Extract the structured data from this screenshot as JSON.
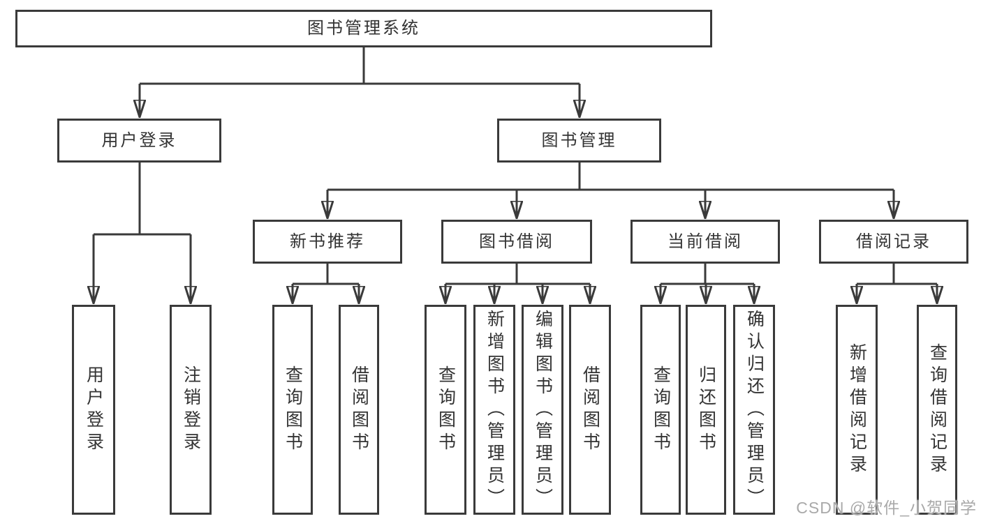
{
  "diagram": {
    "root": {
      "label": "图书管理系统"
    },
    "branches": [
      {
        "label": "用户登录",
        "children": [
          {
            "label": "用户登录"
          },
          {
            "label": "注销登录"
          }
        ]
      },
      {
        "label": "图书管理",
        "children": [
          {
            "label": "新书推荐",
            "children": [
              {
                "label": "查询图书"
              },
              {
                "label": "借阅图书"
              }
            ]
          },
          {
            "label": "图书借阅",
            "children": [
              {
                "label": "查询图书"
              },
              {
                "label": "新增图书（管理员）"
              },
              {
                "label": "编辑图书（管理员）"
              },
              {
                "label": "借阅图书"
              }
            ]
          },
          {
            "label": "当前借阅",
            "children": [
              {
                "label": "查询图书"
              },
              {
                "label": "归还图书"
              },
              {
                "label": "确认归还（管理员）"
              }
            ]
          },
          {
            "label": "借阅记录",
            "children": [
              {
                "label": "新增借阅记录"
              },
              {
                "label": "查询借阅记录"
              }
            ]
          }
        ]
      }
    ]
  },
  "watermark": "CSDN @软件_小贺同学",
  "colors": {
    "line": "#3a3a3a",
    "text": "#333333",
    "box_bg": "#ffffff",
    "watermark": "#a9a9a9"
  }
}
